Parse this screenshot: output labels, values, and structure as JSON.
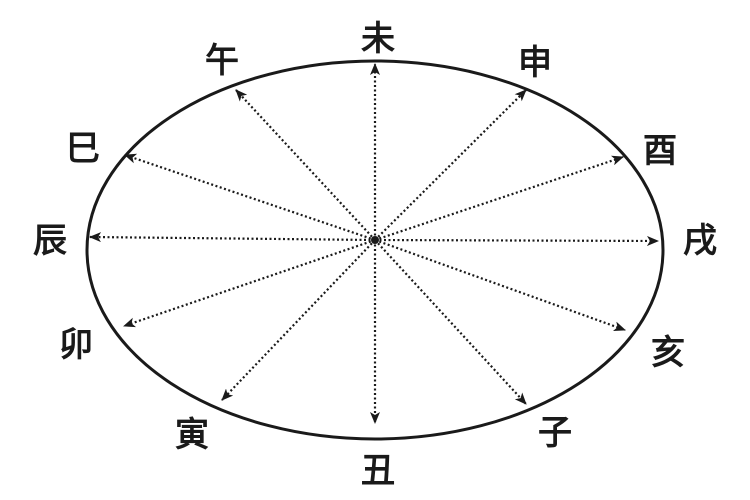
{
  "diagram": {
    "colors": {
      "ink": "#1a1a1a",
      "background": "#ffffff"
    },
    "branches": [
      {
        "id": "wei",
        "label": "未"
      },
      {
        "id": "shen",
        "label": "申"
      },
      {
        "id": "you",
        "label": "酉"
      },
      {
        "id": "xu",
        "label": "戌"
      },
      {
        "id": "hai",
        "label": "亥"
      },
      {
        "id": "zi",
        "label": "子"
      },
      {
        "id": "chou",
        "label": "丑"
      },
      {
        "id": "yin",
        "label": "寅"
      },
      {
        "id": "mao",
        "label": "卯"
      },
      {
        "id": "chen",
        "label": "辰"
      },
      {
        "id": "si",
        "label": "巳"
      },
      {
        "id": "wu",
        "label": "午"
      }
    ]
  }
}
